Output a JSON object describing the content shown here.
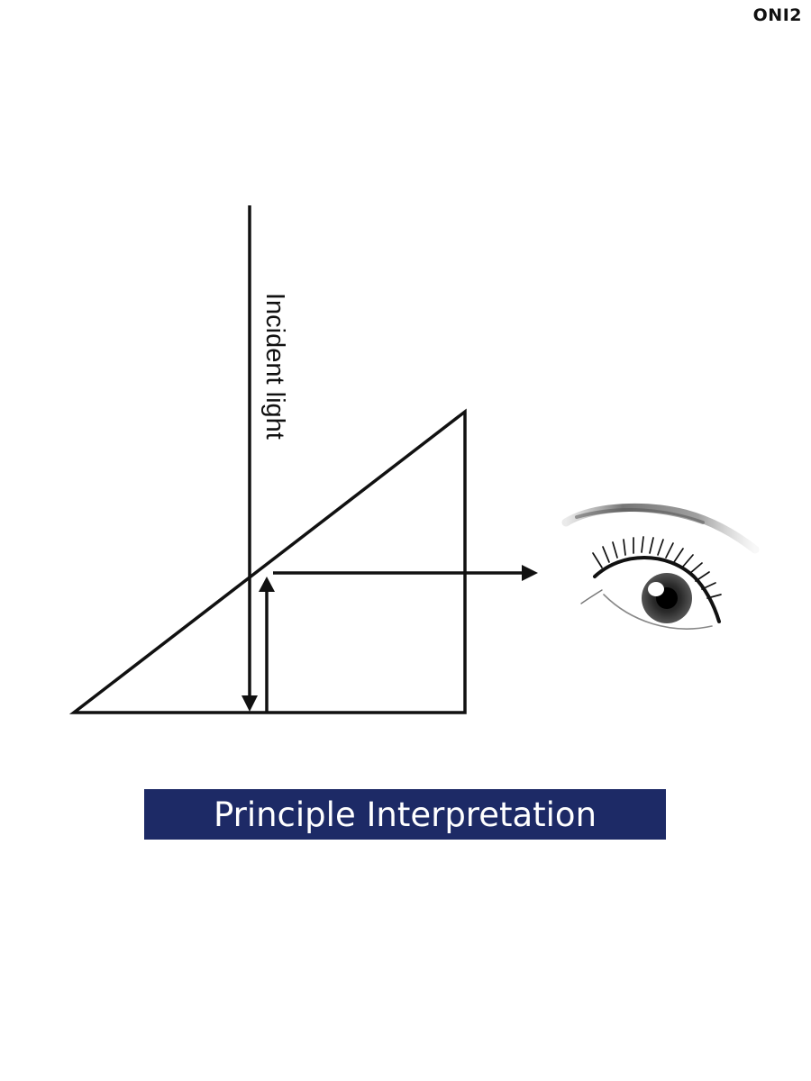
{
  "brand": {
    "logo_text": "ONI2"
  },
  "diagram": {
    "incident_label": "Incident light",
    "eye_icon": "eye-icon",
    "stroke_color": "#111111"
  },
  "banner": {
    "title": "Principle Interpretation",
    "background_color": "#1d2a66",
    "text_color": "#ffffff"
  }
}
